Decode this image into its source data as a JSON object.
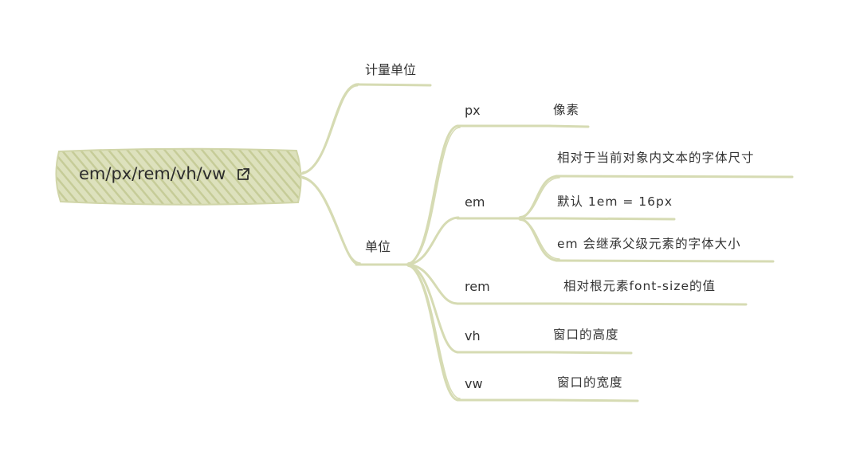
{
  "root": {
    "label": "em/px/rem/vh/vw",
    "icon": "external-link-icon"
  },
  "branches": [
    {
      "label": "计量单位"
    },
    {
      "label": "单位"
    }
  ],
  "units": [
    {
      "label": "px",
      "details": [
        "像素"
      ]
    },
    {
      "label": "em",
      "details": [
        "相对于当前对象内文本的字体尺寸",
        "默认 1em = 16px",
        "em 会继承父级元素的字体大小"
      ]
    },
    {
      "label": "rem",
      "details": [
        "相对根元素font-size的值"
      ]
    },
    {
      "label": "vh",
      "details": [
        "窗口的高度"
      ]
    },
    {
      "label": "vw",
      "details": [
        "窗口的宽度"
      ]
    }
  ],
  "colors": {
    "branch": "#d6dbb3",
    "root_fill": "#d6dbb3",
    "root_hatch": "#c9cf9f",
    "text": "#333333"
  }
}
